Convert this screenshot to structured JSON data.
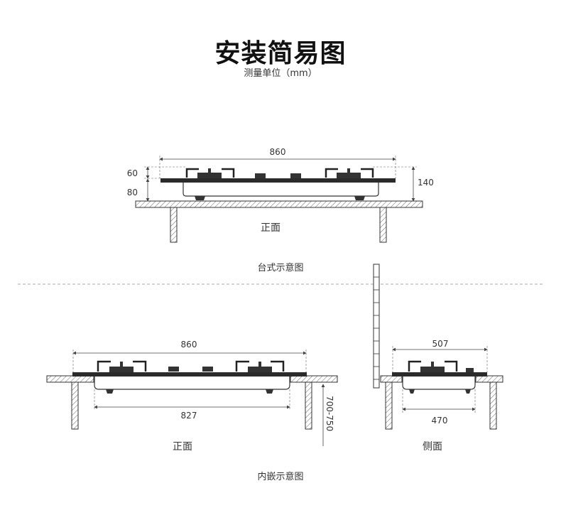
{
  "header": {
    "title": "安装简易图",
    "subtitle": "测量单位（mm）"
  },
  "tabletop": {
    "width": "860",
    "height_top": "60",
    "height_bottom": "80",
    "height_total": "140",
    "view_label": "正面",
    "caption": "台式示意图"
  },
  "builtin": {
    "front": {
      "width": "860",
      "cutout": "827",
      "cabinet_height": "700-750",
      "view_label": "正面"
    },
    "side": {
      "depth": "507",
      "cutout": "470",
      "view_label": "侧面"
    },
    "caption": "内嵌示意图"
  },
  "colors": {
    "line": "#333333",
    "dim": "#444444",
    "dashed": "#aaaaaa",
    "hatch": "#666666"
  }
}
